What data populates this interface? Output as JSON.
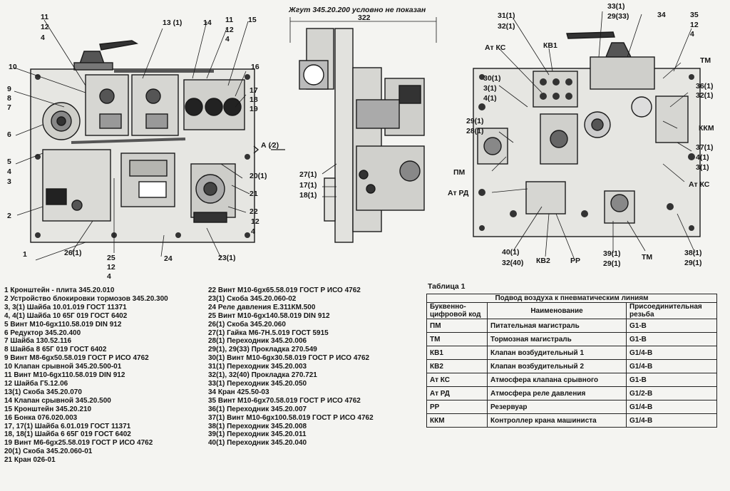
{
  "header_note": "Жгут 345.20.200 условно не показан",
  "dimension": "322",
  "view_label": "А (⁄2)",
  "callouts": {
    "left": [
      "11",
      "12",
      "4",
      "13 (1)",
      "14",
      "11",
      "12",
      "4",
      "15",
      "10",
      "9",
      "8",
      "7",
      "16",
      "17",
      "18",
      "19",
      "6",
      "5",
      "4",
      "3",
      "20(1)",
      "21",
      "2",
      "22",
      "12",
      "4",
      "1",
      "26(1)",
      "25",
      "12",
      "4",
      "24",
      "23(1)"
    ],
    "middle": [
      "27(1)",
      "17(1)",
      "18(1)"
    ],
    "right": [
      "31(1)",
      "32(1)",
      "33(1)",
      "29(33)",
      "34",
      "35",
      "12",
      "4",
      "КВ1",
      "Ат КС",
      "ТМ",
      "30(1)",
      "3(1)",
      "4(1)",
      "36(1)",
      "32(1)",
      "29(1)",
      "28(1)",
      "ККМ",
      "37(1)",
      "4(1)",
      "3(1)",
      "ПМ",
      "Ат РД",
      "Ат КС",
      "40(1)",
      "32(40)",
      "КВ2",
      "РР",
      "39(1)",
      "29(1)",
      "ТМ",
      "38(1)",
      "29(1)"
    ]
  },
  "parts_list": {
    "column1": [
      "1 Кронштейн - плита 345.20.010",
      "2 Устройство блокировки тормозов 345.20.300",
      "3, 3(1) Шайба 10.01.019 ГОСТ 11371",
      "4, 4(1) Шайба 10 65Г 019 ГОСТ 6402",
      "5 Винт М10-6gx110.58.019 DIN 912",
      "6 Редуктор 345.20.400",
      "7 Шайба 130.52.116",
      "8 Шайба 8 65Г 019 ГОСТ 6402",
      "9 Винт М8-6gx50.58.019 ГОСТ Р ИСО 4762",
      "10 Клапан срывной 345.20.500-01",
      "11 Винт М10-6gx110.58.019 DIN 912",
      "12 Шайба Г5.12.06",
      "13(1) Скоба 345.20.070",
      "14 Клапан срывной 345.20.500",
      "15 Кронштейн 345.20.210",
      "16 Бонка 076.020.003",
      "17, 17(1) Шайба 6.01.019 ГОСТ 11371",
      "18, 18(1) Шайба 6 65Г 019 ГОСТ 6402",
      "19 Винт М6-6gx25.58.019 ГОСТ Р ИСО 4762",
      "20(1) Скоба 345.20.060-01",
      "21 Кран 026-01"
    ],
    "column2": [
      "22 Винт М10-6gx65.58.019 ГОСТ Р ИСО 4762",
      "23(1) Скоба 345.20.060-02",
      "24 Реле давления Е.311КМ.500",
      "25 Винт М10-6gx140.58.019 DIN 912",
      "26(1) Скоба 345.20.060",
      "27(1) Гайка М6-7Н.5.019 ГОСТ 5915",
      "28(1) Переходник 345.20.006",
      "29(1), 29(33) Прокладка 270.549",
      "30(1) Винт М10-6gx30.58.019 ГОСТ Р ИСО 4762",
      "31(1) Переходник 345.20.003",
      "32(1), 32(40) Прокладка 270.721",
      "33(1) Переходник 345.20.050",
      "34 Кран 425.50-03",
      "35 Винт М10-6gx70.58.019 ГОСТ Р ИСО 4762",
      "36(1) Переходник 345.20.007",
      "37(1) Винт М10-6gx100.58.019 ГОСТ Р ИСО 4762",
      "38(1) Переходник 345.20.008",
      "39(1) Переходник 345.20.011",
      "40(1) Переходник 345.20.040"
    ]
  },
  "table": {
    "caption": "Таблица 1",
    "title": "Подвод воздуха к пневматическим линиям",
    "headers": [
      "Буквенно-цифровой код",
      "Наименование",
      "Присоединительная резьба"
    ],
    "rows": [
      [
        "ПМ",
        "Питательная магистраль",
        "G1-B"
      ],
      [
        "ТМ",
        "Тормозная магистраль",
        "G1-B"
      ],
      [
        "КВ1",
        "Клапан возбудительный 1",
        "G1/4-B"
      ],
      [
        "КВ2",
        "Клапан возбудительный 2",
        "G1/4-B"
      ],
      [
        "Ат КС",
        "Атмосфера клапана срывного",
        "G1-B"
      ],
      [
        "Ат РД",
        "Атмосфера реле давления",
        "G1/2-B"
      ],
      [
        "РР",
        "Резервуар",
        "G1/4-B"
      ],
      [
        "ККМ",
        "Контроллер крана машиниста",
        "G1/4-B"
      ]
    ]
  }
}
